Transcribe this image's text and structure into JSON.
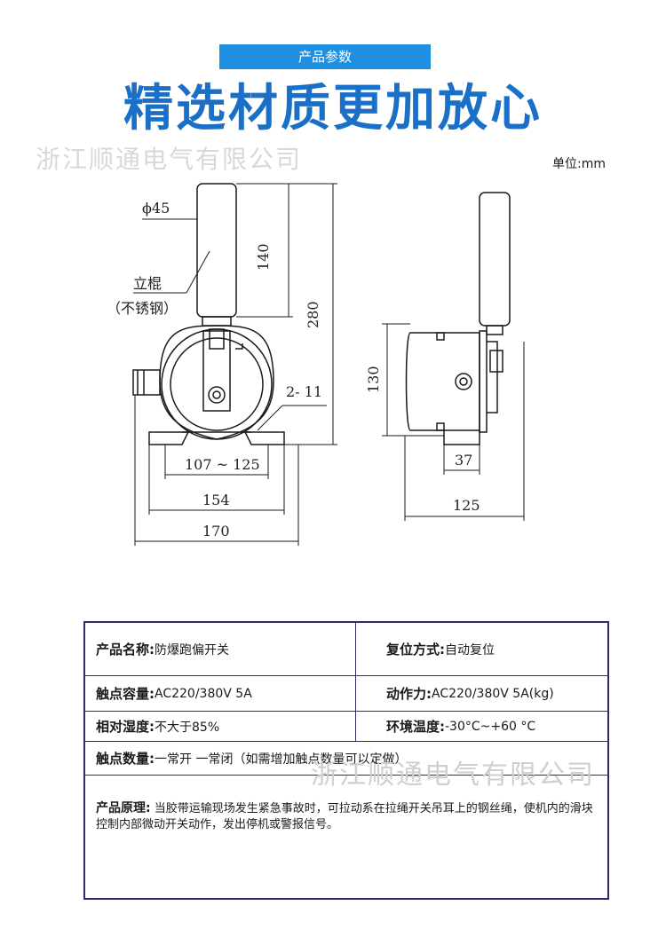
{
  "header": {
    "badge": "产品参数",
    "title": "精选材质更加放心",
    "watermark": "浙江顺通电气有限公司",
    "unit": "单位:mm"
  },
  "drawing": {
    "label_phi": "ϕ45",
    "label_140": "140",
    "label_280": "280",
    "label_rod": "立棍",
    "label_rod_material": "（不锈钢）",
    "label_holes": "2- 11",
    "label_107_125": "107 ~ 125",
    "label_154": "154",
    "label_170": "170",
    "label_130": "130",
    "label_37": "37",
    "label_125": "125"
  },
  "specs": {
    "name_label": "产品名称:",
    "name_value": "防爆跑偏开关",
    "reset_label": "复位方式:",
    "reset_value": "自动复位",
    "contact_cap_label": "触点容量:",
    "contact_cap_value": "AC220/380V 5A",
    "force_label": "动作力:",
    "force_value": "AC220/380V 5A(kg)",
    "humidity_label": "相对湿度:",
    "humidity_value": "不大于85%",
    "temp_label": "环境温度:",
    "temp_value": "-30°C~+60 °C",
    "contact_num_label": "触点数量:",
    "contact_num_value": "一常开 一常闭（如需增加触点数量可以定做）",
    "principle_label": "产品原理:",
    "principle_value": "当胶带运输现场发生紧急事故时，可拉动系在拉绳开关吊耳上的钢丝绳，使机内的滑块控制内部微动开关动作，发出停机或警报信号。"
  }
}
